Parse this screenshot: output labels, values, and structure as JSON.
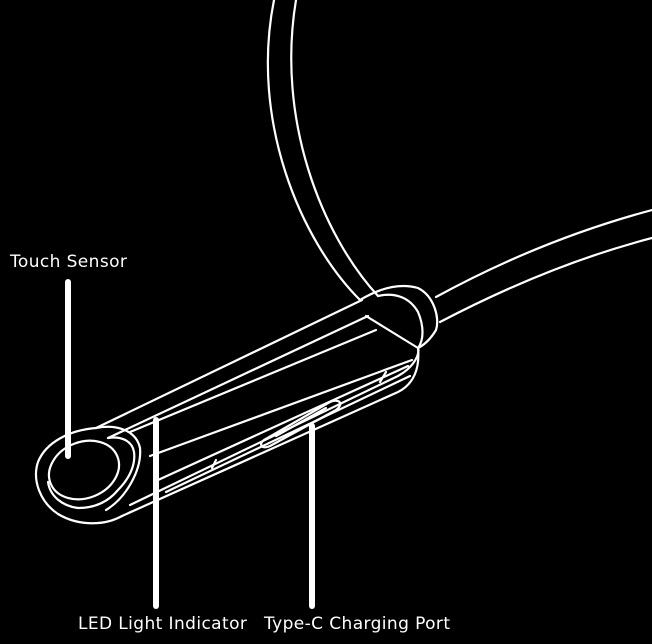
{
  "labels": {
    "touch_sensor": "Touch Sensor",
    "led_indicator": "LED Light Indicator",
    "charging_port": "Type-C Charging Port"
  },
  "colors": {
    "background": "#000000",
    "line": "#ffffff"
  }
}
